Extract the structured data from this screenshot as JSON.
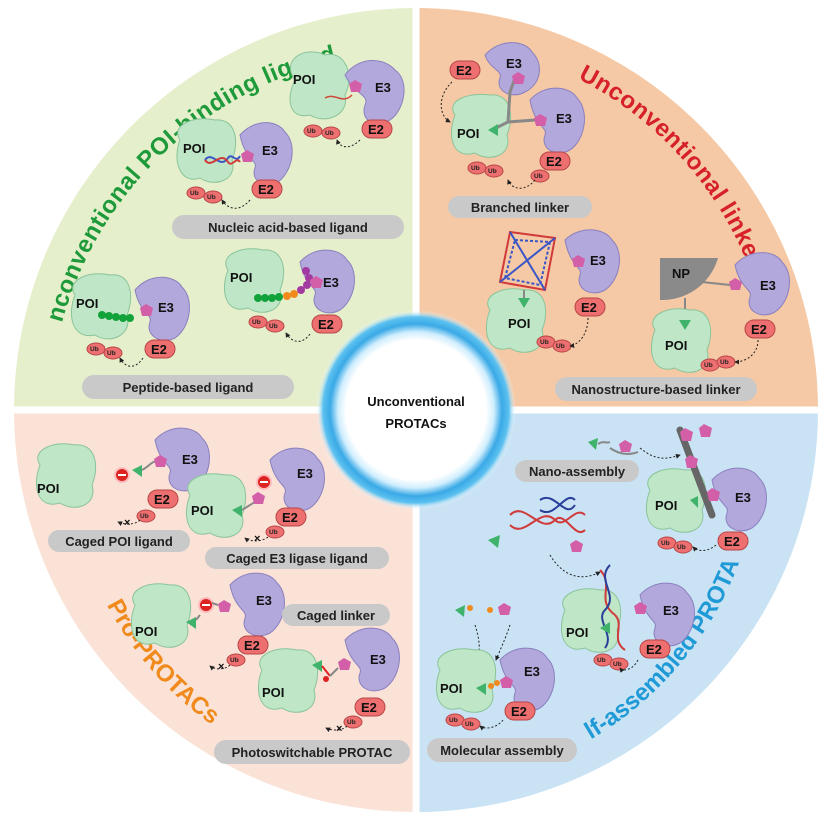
{
  "center": {
    "line1": "Unconventional",
    "line2": "PROTACs"
  },
  "quadrants": {
    "top_left": {
      "title": "Unconventional POI-binding ligands",
      "title_color": "#1e9a3a",
      "bg_color": "#e6efcc",
      "captions": [
        "Nucleic acid-based ligand",
        "Peptide-based ligand"
      ]
    },
    "top_right": {
      "title": "Unconventional linkers",
      "title_color": "#d6202a",
      "bg_color": "#f5c9a5",
      "captions": [
        "Branched linker",
        "Nanostructure-based linker"
      ],
      "np_label": "NP"
    },
    "bottom_left": {
      "title": "Pro-PROTACs",
      "title_color": "#f08a1c",
      "bg_color": "#fbe2d7",
      "captions": [
        "Caged POI ligand",
        "Caged E3 ligase ligand",
        "Caged linker",
        "Photoswitchable PROTAC"
      ]
    },
    "bottom_right": {
      "title": "Self-assembled PROTACs",
      "title_color": "#1f9ad6",
      "bg_color": "#c9e3f5",
      "captions": [
        "Nano-assembly",
        "Molecular assembly"
      ]
    }
  },
  "labels": {
    "poi": "POI",
    "e3": "E3",
    "e2": "E2",
    "ub": "Ub"
  },
  "colors": {
    "poi_fill": "#bfe6c6",
    "e3_fill": "#b3a8dc",
    "e2_fill": "#ee6f6f",
    "pentagon": "#d25fa8",
    "triangle": "#3fb36b",
    "pill_bg": "#c9c9c9",
    "divider": "#ffffff"
  }
}
